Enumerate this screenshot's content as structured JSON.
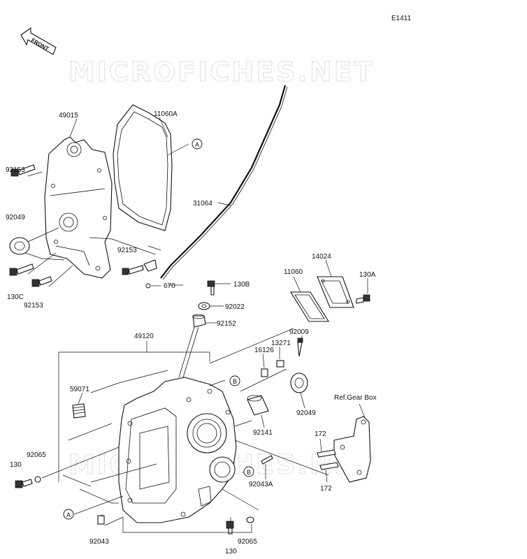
{
  "diagram_code": "E1411",
  "front_label": "FRONT",
  "watermark": "MICROFICHES.NET",
  "ref_note": "Ref.Gear Box",
  "callouts": {
    "a": "A",
    "b": "B"
  },
  "parts": {
    "p49015": "49015",
    "p11060A": "11060A",
    "p31064": "31064",
    "p92153_top": "92153",
    "p92049_left": "92049",
    "p92153_mid": "92153",
    "p130C": "130C",
    "p92153_bot": "92153",
    "p670": "670",
    "p130B": "130B",
    "p92022": "92022",
    "p92152": "92152",
    "p11060": "11060",
    "p14024": "14024",
    "p130A": "130A",
    "p49120": "49120",
    "p92009": "92009",
    "p13271": "13271",
    "p16126": "16126",
    "p59071": "59071",
    "p92049_right": "92049",
    "p92141": "92141",
    "p172_top": "172",
    "p172_bot": "172",
    "p92065_left": "92065",
    "p130_left": "130",
    "p92043A": "92043A",
    "p92043": "92043",
    "p92065_bot": "92065",
    "p130_bot": "130"
  }
}
